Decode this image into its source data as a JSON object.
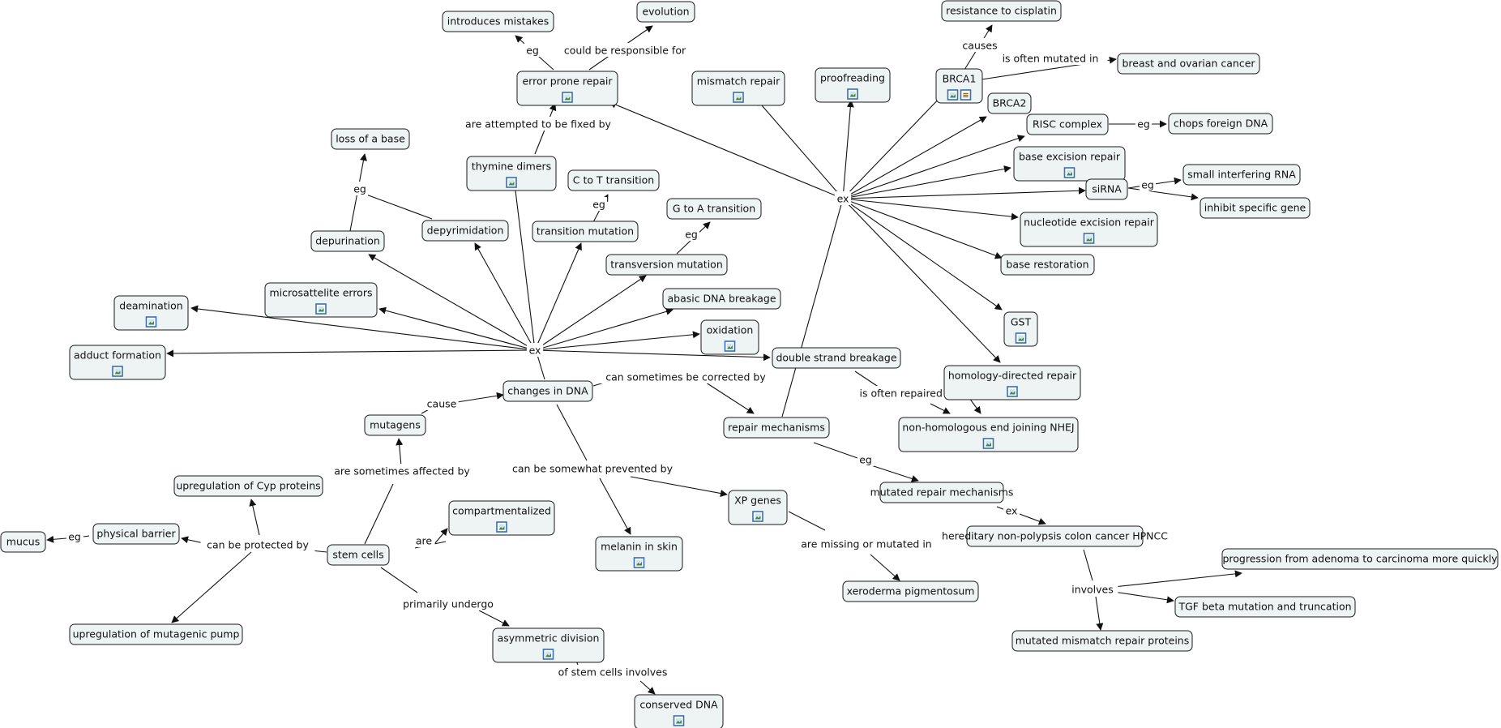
{
  "concepts": {
    "introduces_mistakes": "introduces mistakes",
    "evolution": "evolution",
    "resistance_cisplatin": "resistance to cisplatin",
    "breast_ovarian": "breast and ovarian cancer",
    "error_prone_repair": "error prone repair",
    "mismatch_repair": "mismatch repair",
    "proofreading": "proofreading",
    "brca1": "BRCA1",
    "brca2": "BRCA2",
    "risc": "RISC complex",
    "chops_rna": "chops foreign DNA",
    "loss_of_base": "loss of a base",
    "base_excision": "base excision repair",
    "small_interfering": "small interfering RNA",
    "thymine_dimers": "thymine dimers",
    "c_to_t": "C to T transition",
    "sirna": "siRNA",
    "inhibit_gene": "inhibit specific gene",
    "g_to_a": "G to A transition",
    "nucleotide_excision": "nucleotide excision repair",
    "depyrimidation": "depyrimidation",
    "transition_mutation": "transition mutation",
    "depurination": "depurination",
    "base_restoration": "base restoration",
    "transversion_mutation": "transversion mutation",
    "microsatellite": "microsattelite errors",
    "abasic": "abasic DNA breakage",
    "deamination": "deamination",
    "gst": "GST",
    "oxidation": "oxidation",
    "adduct": "adduct formation",
    "double_strand": "double strand breakage",
    "homology_repair": "homology-directed repair",
    "changes_dna": "changes in DNA",
    "mutagens": "mutagens",
    "repair_mechanisms": "repair mechanisms",
    "nhej": "non-homologous end joining NHEJ",
    "upreg_cyp": "upregulation of Cyp proteins",
    "mutated_repair": "mutated repair mechanisms",
    "xp_genes": "XP genes",
    "compartmentalized": "compartmentalized",
    "physical_barrier": "physical barrier",
    "mucus": "mucus",
    "hnpcc": "hereditary non-polypsis colon cancer HPNCC",
    "stem_cells": "stem cells",
    "melanin": "melanin in skin",
    "progression": "progression from adenoma to carcinoma more quickly",
    "xeroderma": "xeroderma pigmentosum",
    "tgf": "TGF beta mutation and truncation",
    "upreg_pump": "upregulation of mutagenic pump",
    "asymmetric_division": "asymmetric division",
    "mutated_mismatch": "mutated mismatch repair proteins",
    "conserved_dna": "conserved DNA"
  },
  "links": {
    "eg_mistakes": "eg",
    "could_be_responsible": "could be responsible for",
    "causes": "causes",
    "often_mutated": "is often mutated in",
    "attempted_fixed": "are attempted to be fixed by",
    "eg_risc": "eg",
    "eg_loss": "eg",
    "ex_repair": "ex",
    "eg_sirna": "eg",
    "eg_c_to_t": "eg",
    "eg_g_to_a": "eg",
    "ex_changes": "ex",
    "can_be_corrected": "can sometimes be corrected by",
    "often_repaired_via": "is often repaired via",
    "cause": "cause",
    "eg_mutated": "eg",
    "sometimes_affected": "are sometimes affected by",
    "somewhat_prevented": "can be somewhat prevented by",
    "ex_hnpcc": "ex",
    "eg_mucus": "eg",
    "can_be_protected": "can be protected by",
    "are": "are",
    "missing_mutated": "are missing or mutated in",
    "involves": "involves",
    "primarily_undergo": "primarily undergo",
    "of_stem_cells": "of stem cells involves"
  },
  "icons": {
    "image": "image-icon",
    "document": "document-icon"
  },
  "colors": {
    "node_fill": "#eef3f3",
    "node_border": "#1a1a1a",
    "line": "#111111",
    "icon_blue": "#3b6fb0",
    "icon_green": "#3a8a3a"
  }
}
